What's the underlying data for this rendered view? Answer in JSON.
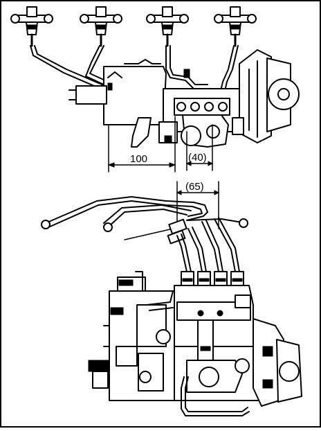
{
  "figure": {
    "top_view": {
      "dimension_left": "100",
      "dimension_right": "(40)"
    },
    "side_view": {
      "dimension_top": "(65)"
    }
  },
  "colors": {
    "ink": "#000000",
    "paper": "#ffffff"
  }
}
